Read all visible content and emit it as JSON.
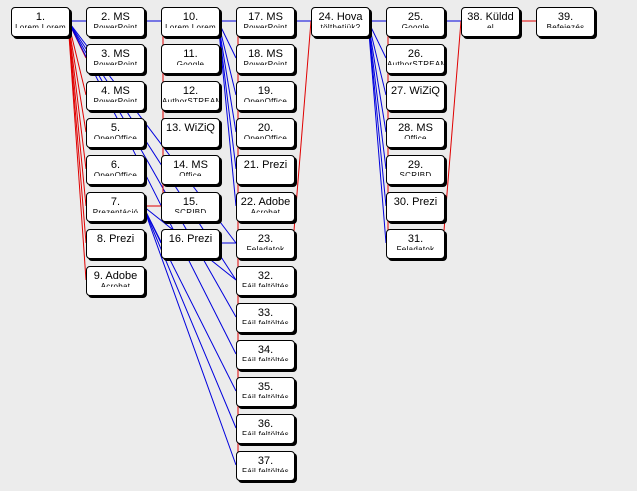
{
  "colors": {
    "background": "#ececec",
    "node_fill": "#ffffff",
    "node_border": "#000000",
    "edge_red": "#e00000",
    "edge_blue": "#0000dd"
  },
  "nodes": [
    {
      "id": "n1",
      "title": "1.",
      "sub": "Lorem Lorem"
    },
    {
      "id": "n2",
      "title": "2. MS",
      "sub": "PowerPoint"
    },
    {
      "id": "n3",
      "title": "3. MS",
      "sub": "PowerPoint"
    },
    {
      "id": "n4",
      "title": "4. MS",
      "sub": "PowerPoint"
    },
    {
      "id": "n5",
      "title": "5.",
      "sub": "OpenOffice"
    },
    {
      "id": "n6",
      "title": "6.",
      "sub": "OpenOffice"
    },
    {
      "id": "n7",
      "title": "7.",
      "sub": "Prezentáció"
    },
    {
      "id": "n8",
      "title": "8. Prezi",
      "sub": ""
    },
    {
      "id": "n9",
      "title": "9. Adobe",
      "sub": "Acrobat"
    },
    {
      "id": "n10",
      "title": "10.",
      "sub": "Lorem Lorem"
    },
    {
      "id": "n11",
      "title": "11.",
      "sub": "Google"
    },
    {
      "id": "n12",
      "title": "12.",
      "sub": "AuthorSTREAM"
    },
    {
      "id": "n13",
      "title": "13. WiZiQ",
      "sub": ""
    },
    {
      "id": "n14",
      "title": "14. MS",
      "sub": "Office"
    },
    {
      "id": "n15",
      "title": "15.",
      "sub": "SCRIBD"
    },
    {
      "id": "n16",
      "title": "16. Prezi",
      "sub": ""
    },
    {
      "id": "n17",
      "title": "17. MS",
      "sub": "PowerPoint"
    },
    {
      "id": "n18",
      "title": "18. MS",
      "sub": "PowerPoint"
    },
    {
      "id": "n19",
      "title": "19.",
      "sub": "OpenOffice"
    },
    {
      "id": "n20",
      "title": "20.",
      "sub": "OpenOffice"
    },
    {
      "id": "n21",
      "title": "21. Prezi",
      "sub": ""
    },
    {
      "id": "n22",
      "title": "22. Adobe",
      "sub": "Acrobat"
    },
    {
      "id": "n23",
      "title": "23.",
      "sub": "Feladatok"
    },
    {
      "id": "n24",
      "title": "24. Hova",
      "sub": "tölthetjük?"
    },
    {
      "id": "n25",
      "title": "25.",
      "sub": "Google"
    },
    {
      "id": "n26",
      "title": "26.",
      "sub": "AuthorSTREAM"
    },
    {
      "id": "n27",
      "title": "27. WiZiQ",
      "sub": ""
    },
    {
      "id": "n28",
      "title": "28. MS",
      "sub": "Office"
    },
    {
      "id": "n29",
      "title": "29.",
      "sub": "SCRIBD"
    },
    {
      "id": "n30",
      "title": "30. Prezi",
      "sub": ""
    },
    {
      "id": "n31",
      "title": "31.",
      "sub": "Feladatok"
    },
    {
      "id": "n32",
      "title": "32.",
      "sub": "Fájl feltöltés"
    },
    {
      "id": "n33",
      "title": "33.",
      "sub": "Fájl feltöltés"
    },
    {
      "id": "n34",
      "title": "34.",
      "sub": "Fájl feltöltés"
    },
    {
      "id": "n35",
      "title": "35.",
      "sub": "Fájl feltöltés"
    },
    {
      "id": "n36",
      "title": "36.",
      "sub": "Fájl feltöltés"
    },
    {
      "id": "n37",
      "title": "37.",
      "sub": "Fájl feltöltés"
    },
    {
      "id": "n38",
      "title": "38. Küldd",
      "sub": "el"
    },
    {
      "id": "n39",
      "title": "39.",
      "sub": "Befejezés"
    }
  ],
  "edges": [
    {
      "from": "n1",
      "to": "n2",
      "color": "red"
    },
    {
      "from": "n1",
      "to": "n3",
      "color": "red"
    },
    {
      "from": "n1",
      "to": "n4",
      "color": "red"
    },
    {
      "from": "n1",
      "to": "n5",
      "color": "red"
    },
    {
      "from": "n1",
      "to": "n6",
      "color": "red"
    },
    {
      "from": "n1",
      "to": "n7",
      "color": "red"
    },
    {
      "from": "n1",
      "to": "n8",
      "color": "red"
    },
    {
      "from": "n1",
      "to": "n9",
      "color": "red"
    },
    {
      "from": "n1",
      "to": "n10",
      "color": "blue"
    },
    {
      "from": "n1",
      "to": "n17",
      "color": "blue"
    },
    {
      "from": "n1",
      "to": "n24",
      "color": "blue"
    },
    {
      "from": "n1",
      "to": "n23",
      "color": "blue"
    },
    {
      "from": "n1",
      "to": "n32",
      "color": "blue"
    },
    {
      "from": "n1",
      "to": "n33",
      "color": "blue"
    },
    {
      "from": "n1",
      "to": "n34",
      "color": "blue"
    },
    {
      "from": "n7",
      "to": "n15",
      "color": "red"
    },
    {
      "from": "n7",
      "to": "n16",
      "color": "blue"
    },
    {
      "from": "n7",
      "to": "n32",
      "color": "blue"
    },
    {
      "from": "n7",
      "to": "n35",
      "color": "blue"
    },
    {
      "from": "n7",
      "to": "n36",
      "color": "blue"
    },
    {
      "from": "n7",
      "to": "n37",
      "color": "blue"
    },
    {
      "from": "n10",
      "to": "n11",
      "color": "red"
    },
    {
      "from": "n10",
      "to": "n12",
      "color": "red"
    },
    {
      "from": "n10",
      "to": "n15",
      "color": "red"
    },
    {
      "from": "n10",
      "to": "n18",
      "color": "blue"
    },
    {
      "from": "n10",
      "to": "n19",
      "color": "blue"
    },
    {
      "from": "n10",
      "to": "n20",
      "color": "blue"
    },
    {
      "from": "n10",
      "to": "n21",
      "color": "blue"
    },
    {
      "from": "n10",
      "to": "n22",
      "color": "blue"
    },
    {
      "from": "n23",
      "to": "n17",
      "color": "red"
    },
    {
      "from": "n23",
      "to": "n18",
      "color": "red"
    },
    {
      "from": "n23",
      "to": "n19",
      "color": "red"
    },
    {
      "from": "n23",
      "to": "n20",
      "color": "red"
    },
    {
      "from": "n23",
      "to": "n21",
      "color": "red"
    },
    {
      "from": "n23",
      "to": "n22",
      "color": "red"
    },
    {
      "from": "n23",
      "to": "n24",
      "color": "red"
    },
    {
      "from": "n23",
      "to": "n32",
      "color": "red"
    },
    {
      "from": "n23",
      "to": "n33",
      "color": "red"
    },
    {
      "from": "n23",
      "to": "n34",
      "color": "red"
    },
    {
      "from": "n23",
      "to": "n35",
      "color": "red"
    },
    {
      "from": "n23",
      "to": "n36",
      "color": "red"
    },
    {
      "from": "n23",
      "to": "n37",
      "color": "red"
    },
    {
      "from": "n23",
      "to": "n16",
      "color": "blue"
    },
    {
      "from": "n24",
      "to": "n25",
      "color": "blue"
    },
    {
      "from": "n24",
      "to": "n26",
      "color": "blue"
    },
    {
      "from": "n24",
      "to": "n27",
      "color": "blue"
    },
    {
      "from": "n24",
      "to": "n28",
      "color": "blue"
    },
    {
      "from": "n24",
      "to": "n29",
      "color": "blue"
    },
    {
      "from": "n24",
      "to": "n30",
      "color": "blue"
    },
    {
      "from": "n24",
      "to": "n31",
      "color": "blue"
    },
    {
      "from": "n24",
      "to": "n38",
      "color": "blue"
    },
    {
      "from": "n31",
      "to": "n25",
      "color": "red"
    },
    {
      "from": "n31",
      "to": "n26",
      "color": "red"
    },
    {
      "from": "n31",
      "to": "n27",
      "color": "red"
    },
    {
      "from": "n31",
      "to": "n28",
      "color": "red"
    },
    {
      "from": "n31",
      "to": "n29",
      "color": "red"
    },
    {
      "from": "n31",
      "to": "n30",
      "color": "red"
    },
    {
      "from": "n31",
      "to": "n38",
      "color": "red"
    },
    {
      "from": "n38",
      "to": "n39",
      "color": "red"
    }
  ]
}
